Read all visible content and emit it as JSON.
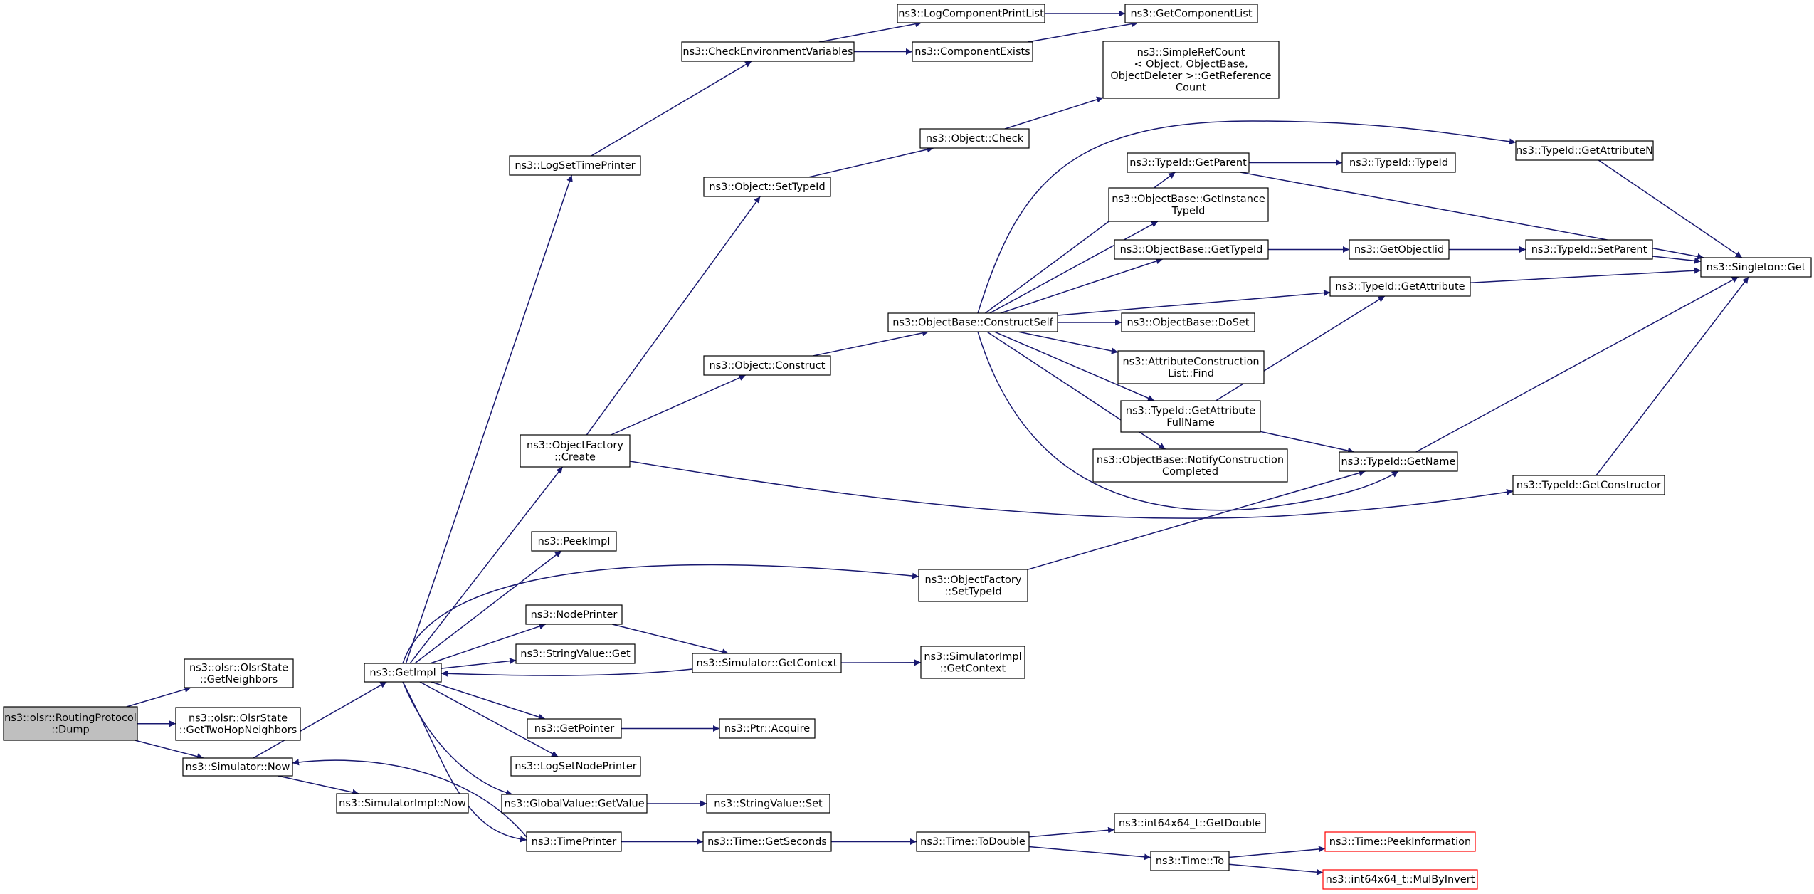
{
  "diagram": {
    "type": "call-graph",
    "colors": {
      "edge": "#191970",
      "root_fill": "#bfbfbf",
      "node_border": "#000000",
      "truncated_border": "#ff0000"
    },
    "nodes": [
      {
        "id": "dump",
        "lines": [
          "ns3::olsr::RoutingProtocol",
          "::Dump"
        ],
        "style": "root"
      },
      {
        "id": "getNeighbors",
        "lines": [
          "ns3::olsr::OlsrState",
          "::GetNeighbors"
        ]
      },
      {
        "id": "getTwoHop",
        "lines": [
          "ns3::olsr::OlsrState",
          "::GetTwoHopNeighbors"
        ]
      },
      {
        "id": "simNow",
        "lines": [
          "ns3::Simulator::Now"
        ]
      },
      {
        "id": "simImplNow",
        "lines": [
          "ns3::SimulatorImpl::Now"
        ]
      },
      {
        "id": "getImpl",
        "lines": [
          "ns3::GetImpl"
        ]
      },
      {
        "id": "logSetTimePrinter",
        "lines": [
          "ns3::LogSetTimePrinter"
        ]
      },
      {
        "id": "checkEnv",
        "lines": [
          "ns3::CheckEnvironmentVariables"
        ]
      },
      {
        "id": "logCompPrintList",
        "lines": [
          "ns3::LogComponentPrintList"
        ]
      },
      {
        "id": "getComponentList",
        "lines": [
          "ns3::GetComponentList"
        ]
      },
      {
        "id": "componentExists",
        "lines": [
          "ns3::ComponentExists"
        ]
      },
      {
        "id": "objFactoryCreate",
        "lines": [
          "ns3::ObjectFactory",
          "::Create"
        ]
      },
      {
        "id": "objSetTypeId",
        "lines": [
          "ns3::Object::SetTypeId"
        ]
      },
      {
        "id": "objCheck",
        "lines": [
          "ns3::Object::Check"
        ]
      },
      {
        "id": "simpleRefCount",
        "lines": [
          "ns3::SimpleRefCount",
          "< Object, ObjectBase,",
          "ObjectDeleter >::GetReference",
          "Count"
        ]
      },
      {
        "id": "objConstruct",
        "lines": [
          "ns3::Object::Construct"
        ]
      },
      {
        "id": "constructSelf",
        "lines": [
          "ns3::ObjectBase::ConstructSelf"
        ]
      },
      {
        "id": "typeIdGetParent",
        "lines": [
          "ns3::TypeId::GetParent"
        ]
      },
      {
        "id": "typeIdTypeId",
        "lines": [
          "ns3::TypeId::TypeId"
        ]
      },
      {
        "id": "getAttributeN",
        "lines": [
          "ns3::TypeId::GetAttributeN"
        ]
      },
      {
        "id": "getInstanceTypeId",
        "lines": [
          "ns3::ObjectBase::GetInstance",
          "TypeId"
        ]
      },
      {
        "id": "objBaseGetTypeId",
        "lines": [
          "ns3::ObjectBase::GetTypeId"
        ]
      },
      {
        "id": "getObjectIid",
        "lines": [
          "ns3::GetObjectIid"
        ]
      },
      {
        "id": "typeIdSetParent",
        "lines": [
          "ns3::TypeId::SetParent"
        ]
      },
      {
        "id": "singletonGet",
        "lines": [
          "ns3::Singleton::Get"
        ]
      },
      {
        "id": "typeIdGetAttribute",
        "lines": [
          "ns3::TypeId::GetAttribute"
        ]
      },
      {
        "id": "objBaseDoSet",
        "lines": [
          "ns3::ObjectBase::DoSet"
        ]
      },
      {
        "id": "attrConstructionFind",
        "lines": [
          "ns3::AttributeConstruction",
          "List::Find"
        ]
      },
      {
        "id": "getAttributeFullName",
        "lines": [
          "ns3::TypeId::GetAttribute",
          "FullName"
        ]
      },
      {
        "id": "notifyConstruction",
        "lines": [
          "ns3::ObjectBase::NotifyConstruction",
          "Completed"
        ]
      },
      {
        "id": "typeIdGetName",
        "lines": [
          "ns3::TypeId::GetName"
        ]
      },
      {
        "id": "getConstructor",
        "lines": [
          "ns3::TypeId::GetConstructor"
        ]
      },
      {
        "id": "peekImpl",
        "lines": [
          "ns3::PeekImpl"
        ]
      },
      {
        "id": "objFactorySetTypeId",
        "lines": [
          "ns3::ObjectFactory",
          "::SetTypeId"
        ]
      },
      {
        "id": "nodePrinter",
        "lines": [
          "ns3::NodePrinter"
        ]
      },
      {
        "id": "stringValueGet",
        "lines": [
          "ns3::StringValue::Get"
        ]
      },
      {
        "id": "simGetContext",
        "lines": [
          "ns3::Simulator::GetContext"
        ]
      },
      {
        "id": "simImplGetContext",
        "lines": [
          "ns3::SimulatorImpl",
          "::GetContext"
        ]
      },
      {
        "id": "getPointer",
        "lines": [
          "ns3::GetPointer"
        ]
      },
      {
        "id": "ptrAcquire",
        "lines": [
          "ns3::Ptr::Acquire"
        ]
      },
      {
        "id": "logSetNodePrinter",
        "lines": [
          "ns3::LogSetNodePrinter"
        ]
      },
      {
        "id": "globalValueGetValue",
        "lines": [
          "ns3::GlobalValue::GetValue"
        ]
      },
      {
        "id": "stringValueSet",
        "lines": [
          "ns3::StringValue::Set"
        ]
      },
      {
        "id": "timePrinter",
        "lines": [
          "ns3::TimePrinter"
        ]
      },
      {
        "id": "timeGetSeconds",
        "lines": [
          "ns3::Time::GetSeconds"
        ]
      },
      {
        "id": "timeToDouble",
        "lines": [
          "ns3::Time::ToDouble"
        ]
      },
      {
        "id": "int64GetDouble",
        "lines": [
          "ns3::int64x64_t::GetDouble"
        ]
      },
      {
        "id": "timeTo",
        "lines": [
          "ns3::Time::To"
        ]
      },
      {
        "id": "peekInformation",
        "lines": [
          "ns3::Time::PeekInformation"
        ],
        "style": "truncated"
      },
      {
        "id": "mulByInvert",
        "lines": [
          "ns3::int64x64_t::MulByInvert"
        ],
        "style": "truncated"
      }
    ],
    "edges": [
      [
        "dump",
        "getNeighbors"
      ],
      [
        "dump",
        "getTwoHop"
      ],
      [
        "dump",
        "simNow"
      ],
      [
        "simNow",
        "getImpl"
      ],
      [
        "simNow",
        "simImplNow"
      ],
      [
        "getImpl",
        "logSetTimePrinter"
      ],
      [
        "getImpl",
        "objFactoryCreate"
      ],
      [
        "getImpl",
        "peekImpl"
      ],
      [
        "getImpl",
        "objFactorySetTypeId"
      ],
      [
        "getImpl",
        "nodePrinter"
      ],
      [
        "getImpl",
        "stringValueGet"
      ],
      [
        "getImpl",
        "getPointer"
      ],
      [
        "getImpl",
        "logSetNodePrinter"
      ],
      [
        "getImpl",
        "globalValueGetValue"
      ],
      [
        "getImpl",
        "timePrinter"
      ],
      [
        "logSetTimePrinter",
        "checkEnv"
      ],
      [
        "checkEnv",
        "logCompPrintList"
      ],
      [
        "checkEnv",
        "componentExists"
      ],
      [
        "logCompPrintList",
        "getComponentList"
      ],
      [
        "componentExists",
        "getComponentList"
      ],
      [
        "objFactoryCreate",
        "objSetTypeId"
      ],
      [
        "objFactoryCreate",
        "objConstruct"
      ],
      [
        "objFactoryCreate",
        "getConstructor"
      ],
      [
        "objSetTypeId",
        "objCheck"
      ],
      [
        "objCheck",
        "simpleRefCount"
      ],
      [
        "objConstruct",
        "constructSelf"
      ],
      [
        "constructSelf",
        "getAttributeN"
      ],
      [
        "constructSelf",
        "typeIdGetParent"
      ],
      [
        "constructSelf",
        "getInstanceTypeId"
      ],
      [
        "constructSelf",
        "objBaseGetTypeId"
      ],
      [
        "constructSelf",
        "typeIdGetAttribute"
      ],
      [
        "constructSelf",
        "objBaseDoSet"
      ],
      [
        "constructSelf",
        "attrConstructionFind"
      ],
      [
        "constructSelf",
        "getAttributeFullName"
      ],
      [
        "constructSelf",
        "notifyConstruction"
      ],
      [
        "constructSelf",
        "typeIdGetName"
      ],
      [
        "typeIdGetParent",
        "typeIdTypeId"
      ],
      [
        "typeIdGetParent",
        "singletonGet"
      ],
      [
        "getAttributeN",
        "singletonGet"
      ],
      [
        "objBaseGetTypeId",
        "getObjectIid"
      ],
      [
        "getObjectIid",
        "typeIdSetParent"
      ],
      [
        "typeIdSetParent",
        "singletonGet"
      ],
      [
        "typeIdGetAttribute",
        "singletonGet"
      ],
      [
        "getAttributeFullName",
        "typeIdGetAttribute"
      ],
      [
        "getAttributeFullName",
        "typeIdGetName"
      ],
      [
        "typeIdGetName",
        "singletonGet"
      ],
      [
        "getConstructor",
        "singletonGet"
      ],
      [
        "objFactorySetTypeId",
        "typeIdGetName"
      ],
      [
        "nodePrinter",
        "simGetContext"
      ],
      [
        "simGetContext",
        "getImpl"
      ],
      [
        "simGetContext",
        "simImplGetContext"
      ],
      [
        "getPointer",
        "ptrAcquire"
      ],
      [
        "globalValueGetValue",
        "stringValueSet"
      ],
      [
        "timePrinter",
        "simNow"
      ],
      [
        "timePrinter",
        "timeGetSeconds"
      ],
      [
        "timeGetSeconds",
        "timeToDouble"
      ],
      [
        "timeToDouble",
        "int64GetDouble"
      ],
      [
        "timeToDouble",
        "timeTo"
      ],
      [
        "timeTo",
        "peekInformation"
      ],
      [
        "timeTo",
        "mulByInvert"
      ]
    ]
  }
}
